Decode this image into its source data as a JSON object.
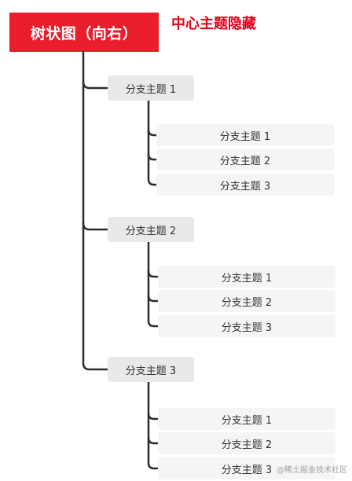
{
  "root": {
    "label": "树状图（向右）"
  },
  "annotation": {
    "label": "中心主题隐藏"
  },
  "branches": [
    {
      "label": "分支主题 1",
      "children": [
        "分支主题 1",
        "分支主题 2",
        "分支主题 3"
      ]
    },
    {
      "label": "分支主题 2",
      "children": [
        "分支主题 1",
        "分支主题 2",
        "分支主题 3"
      ]
    },
    {
      "label": "分支主题 3",
      "children": [
        "分支主题 1",
        "分支主题 2",
        "分支主题 3"
      ]
    }
  ],
  "watermark": {
    "label": "@稀土掘金技术社区"
  },
  "colors": {
    "root_fill": "#ea1d2c",
    "annotation_text": "#e30016",
    "branch_fill": "#e9e9e9",
    "leaf_fill": "#f5f5f5",
    "connector": "#2b2b2b"
  }
}
